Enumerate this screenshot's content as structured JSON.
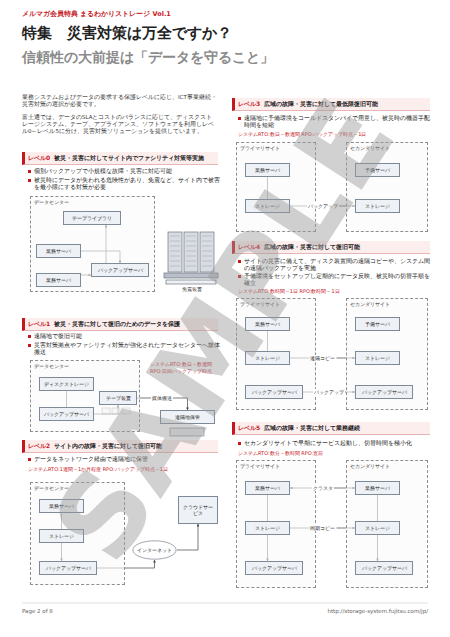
{
  "diagram": {
    "title": "特集　災害対策は万全ですか？",
    "nodes": [
      {
        "text": [
          "レベル0",
          "被災・災害に対してサイト内でファシリティ対策等実施"
        ]
      },
      {
        "text": [
          "データセンター"
        ]
      },
      {
        "text": [
          "テープライブラリ"
        ],
        "in": 1
      },
      {
        "text": [
          "業務サーバ"
        ],
        "in": 1
      },
      {
        "text": [
          "業務サーバ"
        ],
        "in": 1
      },
      {
        "text": [
          "バックアップサーバ"
        ],
        "in": 1
      },
      {
        "text": [
          "レベル1",
          "被災・災害に対して復旧のためのデータを保護"
        ]
      },
      {
        "text": [
          "データセンター"
        ]
      },
      {
        "text": [
          "ディスクストレージ"
        ],
        "in": 7
      },
      {
        "text": [
          "バックアップサーバ"
        ],
        "in": 7
      },
      {
        "text": [
          "テープ装置"
        ],
        "in": 7
      },
      {
        "text": [
          "遠隔地保管"
        ]
      },
      {
        "text": [
          "レベル2",
          "サイト内の故障・災害に対して復旧可能"
        ]
      },
      {
        "text": [
          "データセンター"
        ]
      },
      {
        "text": [
          "業務サーバ"
        ],
        "in": 13
      },
      {
        "text": [
          "ストレージ"
        ],
        "in": 13
      },
      {
        "text": [
          "バックアップサーバ"
        ],
        "in": 13
      },
      {
        "text": [
          "インターネット"
        ]
      },
      {
        "text": [
          "クラウドサービス"
        ]
      },
      {
        "text": [
          "レベル3",
          "広域の故障・災害に対して最低限復旧可能"
        ]
      },
      {
        "text": [
          "プライマリサイト"
        ]
      },
      {
        "text": [
          "業務サーバ"
        ],
        "in": 20
      },
      {
        "text": [
          "ストレージ"
        ],
        "in": 20
      },
      {
        "text": [
          "セカンダリサイト"
        ]
      },
      {
        "text": [
          "予備サーバ"
        ],
        "in": 23
      },
      {
        "text": [
          "ストレージ"
        ],
        "in": 23
      },
      {
        "text": [
          "レベル4",
          "広域の故障・災害に対して復旧可能"
        ]
      },
      {
        "text": [
          "プライマリサイト"
        ]
      },
      {
        "text": [
          "業務サーバ"
        ],
        "in": 27
      },
      {
        "text": [
          "ストレージ"
        ],
        "in": 27
      },
      {
        "text": [
          "バックアップサーバ"
        ],
        "in": 27
      },
      {
        "text": [
          "セカンダリサイト"
        ]
      },
      {
        "text": [
          "予備サーバ"
        ],
        "in": 31
      },
      {
        "text": [
          "ストレージ"
        ],
        "in": 31
      },
      {
        "text": [
          "バックアップサーバ"
        ],
        "in": 31
      },
      {
        "text": [
          "レベル5",
          "広域の故障・災害に対して業務継続"
        ]
      },
      {
        "text": [
          "プライマリサイト"
        ]
      },
      {
        "text": [
          "業務サーバ"
        ],
        "in": 36
      },
      {
        "text": [
          "ストレージ"
        ],
        "in": 36
      },
      {
        "text": [
          "バックアップサーバ"
        ],
        "in": 36
      },
      {
        "text": [
          "セカンダリサイト"
        ]
      },
      {
        "text": [
          "業務サーバ"
        ],
        "in": 40
      },
      {
        "text": [
          "ストレージ"
        ],
        "in": 40
      },
      {
        "text": [
          "バックアップサーバ"
        ],
        "in": 40
      }
    ],
    "edges": [
      {
        "from": 3,
        "to": 5,
        "arrow": "to"
      },
      {
        "from": 4,
        "to": 5,
        "arrow": "to"
      },
      {
        "from": 5,
        "to": 2,
        "arrow": "to"
      },
      {
        "from": 8,
        "to": 9,
        "arrow": "none"
      },
      {
        "from": 9,
        "to": 10,
        "arrow": "to"
      },
      {
        "from": 10,
        "to": 11,
        "label": "媒体搬送",
        "arrow": "to"
      },
      {
        "from": 14,
        "to": 15,
        "arrow": "none"
      },
      {
        "from": 15,
        "to": 16,
        "arrow": "to"
      },
      {
        "from": 16,
        "to": 17,
        "arrow": "to"
      },
      {
        "from": 17,
        "to": 18,
        "arrow": "to"
      },
      {
        "from": 21,
        "to": 22,
        "arrow": "none"
      },
      {
        "from": 22,
        "to": 25,
        "label": "バックアップ",
        "arrow": "to"
      },
      {
        "from": 28,
        "to": 29,
        "arrow": "none"
      },
      {
        "from": 29,
        "to": 33,
        "label": "遠隔コピー",
        "arrow": "to"
      },
      {
        "from": 30,
        "to": 34,
        "label": "バックアップ",
        "arrow": "to"
      },
      {
        "from": 37,
        "to": 38,
        "arrow": "none"
      },
      {
        "from": 38,
        "to": 39,
        "arrow": "to"
      },
      {
        "from": 41,
        "to": 42,
        "arrow": "none"
      },
      {
        "from": 42,
        "to": 43,
        "arrow": "to"
      },
      {
        "from": 37,
        "to": 41,
        "label": "クラスタ",
        "arrow": "both"
      },
      {
        "from": 38,
        "to": 42,
        "label": "同期コピー",
        "arrow": "to"
      }
    ],
    "labels": [
      "メルマガ会員特典 まるわかりストレージ Vol.1",
      "信頼性の大前提は「データを守ること」",
      "業務システムおよびデータの要求する保護レベルに応じ、ICT事業継続・災害対策の選択が必要です。",
      "富士通では、データのSLAとコストのバランスに応じて、ディスクストレージシステム、テープ、アプライアンス、ソフトウェアを利用しレベル0～レベル5に分け、災害対策ソリューションを提供しています。",
      "個別バックアップで小規模な故障・災害に対応可能",
      "被災時にデータが失われる危険性があり、免震など、サイト内で被害を最小限にする対策が必要",
      "免震装置",
      "遠隔地で復旧可能",
      "災害対策拠点やファシリティ対策が強化されたデータセンターへ媒体搬送",
      "システムRTO:数日～数週間 RPO:前回バックアップ時点",
      "データをネットワーク経由で遠隔地に保管",
      "システムRTO:1週間～1か月程度 RPO:バックアップ時点～1日",
      "遠隔地に予備環境をコールドスタンバイで用意し、被災時の機器手配時間を短縮",
      "システムRTO:数日～数週間 RPO:バックアップ時点～1日",
      "サイトの災害に備えて、ディスク装置間の遠隔コピーや、システム間の遠隔バックアップを実施",
      "予備環境をセットアップし定期的にデータ反映、被災時の切替手順を確立",
      "システムRTO:数時間～1日 RPO:数時間～1日",
      "セカンダリサイトで早期にサービス起動し、切替時間を極小化",
      "システムRTO:数分～数時間 RPO:直前",
      "Page 2 of 8",
      "http://storage-system.fujitsu.com/jp/",
      "SAMPLE"
    ]
  }
}
